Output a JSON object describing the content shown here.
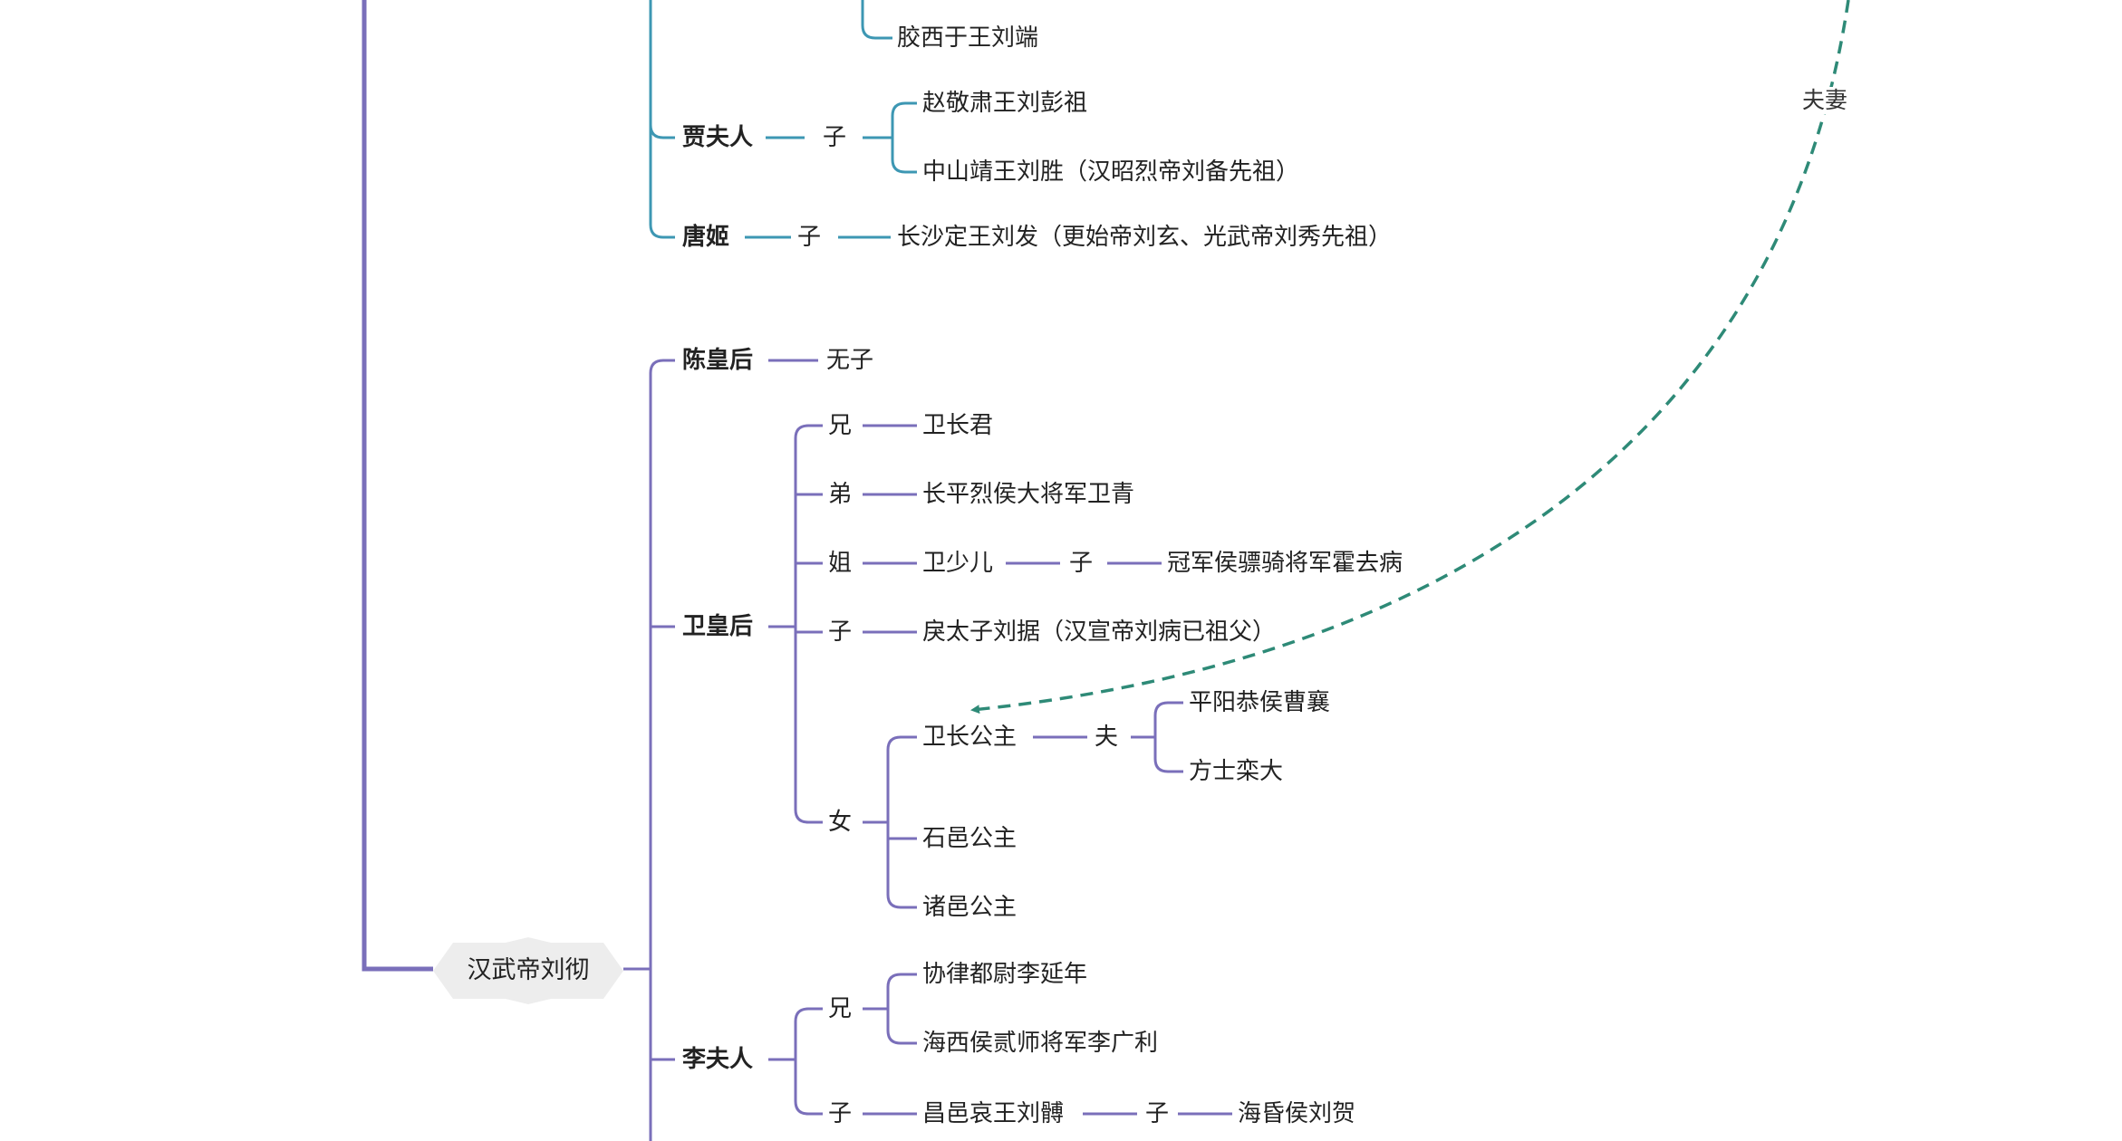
{
  "colors": {
    "teal_branch": "#3d97b3",
    "purple_branch": "#7a6fba",
    "dashed_relation": "#2e8a77",
    "root_fill": "#ededed"
  },
  "root": {
    "label": "汉武帝刘彻"
  },
  "teal": {
    "jiaoxi": "胶西于王刘端",
    "jia_furen": "贾夫人",
    "jia_zi": "子",
    "zhao": "赵敬肃王刘彭祖",
    "zhongshan": "中山靖王刘胜（汉昭烈帝刘备先祖）",
    "tang_ji": "唐姬",
    "tang_zi": "子",
    "changsha": "长沙定王刘发（更始帝刘玄、光武帝刘秀先祖）"
  },
  "chen": {
    "name": "陈皇后",
    "child": "无子"
  },
  "wei": {
    "name": "卫皇后",
    "xiong": "兄",
    "zhangjun": "卫长君",
    "di": "弟",
    "qing": "长平烈侯大将军卫青",
    "jie": "姐",
    "shaoer": "卫少儿",
    "shaoer_zi": "子",
    "huo": "冠军侯骠骑将军霍去病",
    "zi": "子",
    "ju": "戾太子刘据（汉宣帝刘病已祖父）",
    "nv": "女",
    "zhanggongzhu": "卫长公主",
    "fu": "夫",
    "caoxiang": "平阳恭侯曹襄",
    "luanda": "方士栾大",
    "shiyi": "石邑公主",
    "zhuyi": "诸邑公主"
  },
  "li": {
    "name": "李夫人",
    "xiong": "兄",
    "yannian": "协律都尉李延年",
    "guangli": "海西侯贰师将军李广利",
    "zi": "子",
    "bo": "昌邑哀王刘髆",
    "bo_zi": "子",
    "he": "海昏侯刘贺"
  },
  "relation": {
    "label": "夫妻"
  }
}
